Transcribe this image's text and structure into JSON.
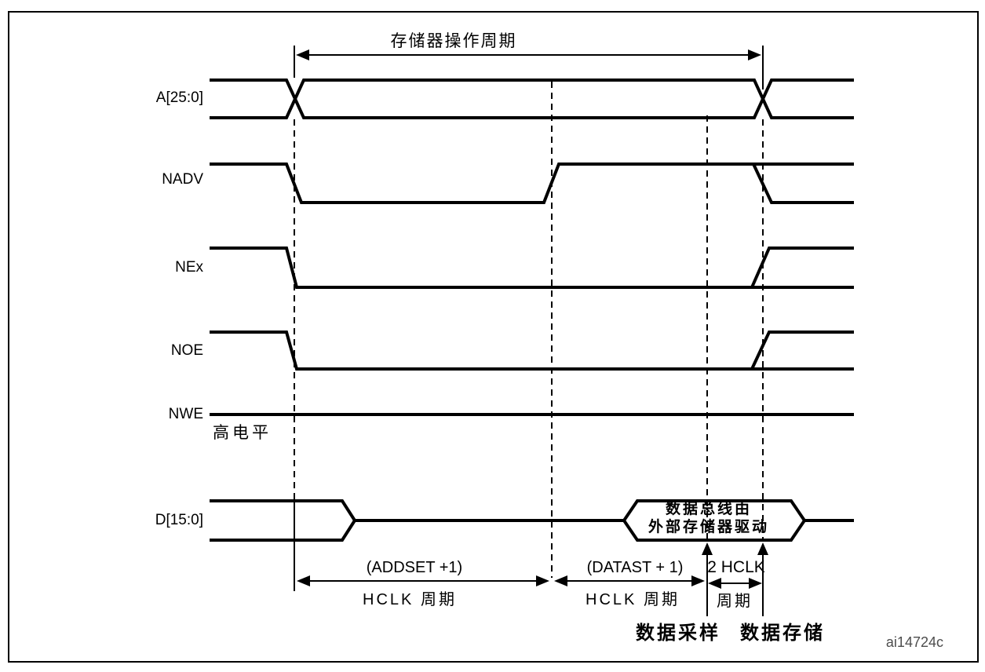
{
  "figure": {
    "title": "存储器操作周期",
    "code": "ai14724c"
  },
  "signals": [
    {
      "label": "A[25:0]"
    },
    {
      "label": "NADV"
    },
    {
      "label": "NEx"
    },
    {
      "label": "NOE"
    },
    {
      "label": "NWE",
      "note": "高电平"
    },
    {
      "label": "D[15:0]"
    }
  ],
  "bus_annotation": {
    "line1": "数据总线由",
    "line2": "外部存储器驱动"
  },
  "measurements": {
    "addset_line1": "(ADDSET +1)",
    "addset_line2": "HCLK 周期",
    "datast_line1": "(DATAST + 1)",
    "datast_line2": "HCLK 周期",
    "two_hclk_line1": "2 HCLK",
    "two_hclk_line2": "周期",
    "data_sample": "数据采样",
    "data_store": "数据存储"
  },
  "colors": {
    "line": "#000000",
    "background": "#ffffff",
    "code_text": "#4d4d4d"
  }
}
